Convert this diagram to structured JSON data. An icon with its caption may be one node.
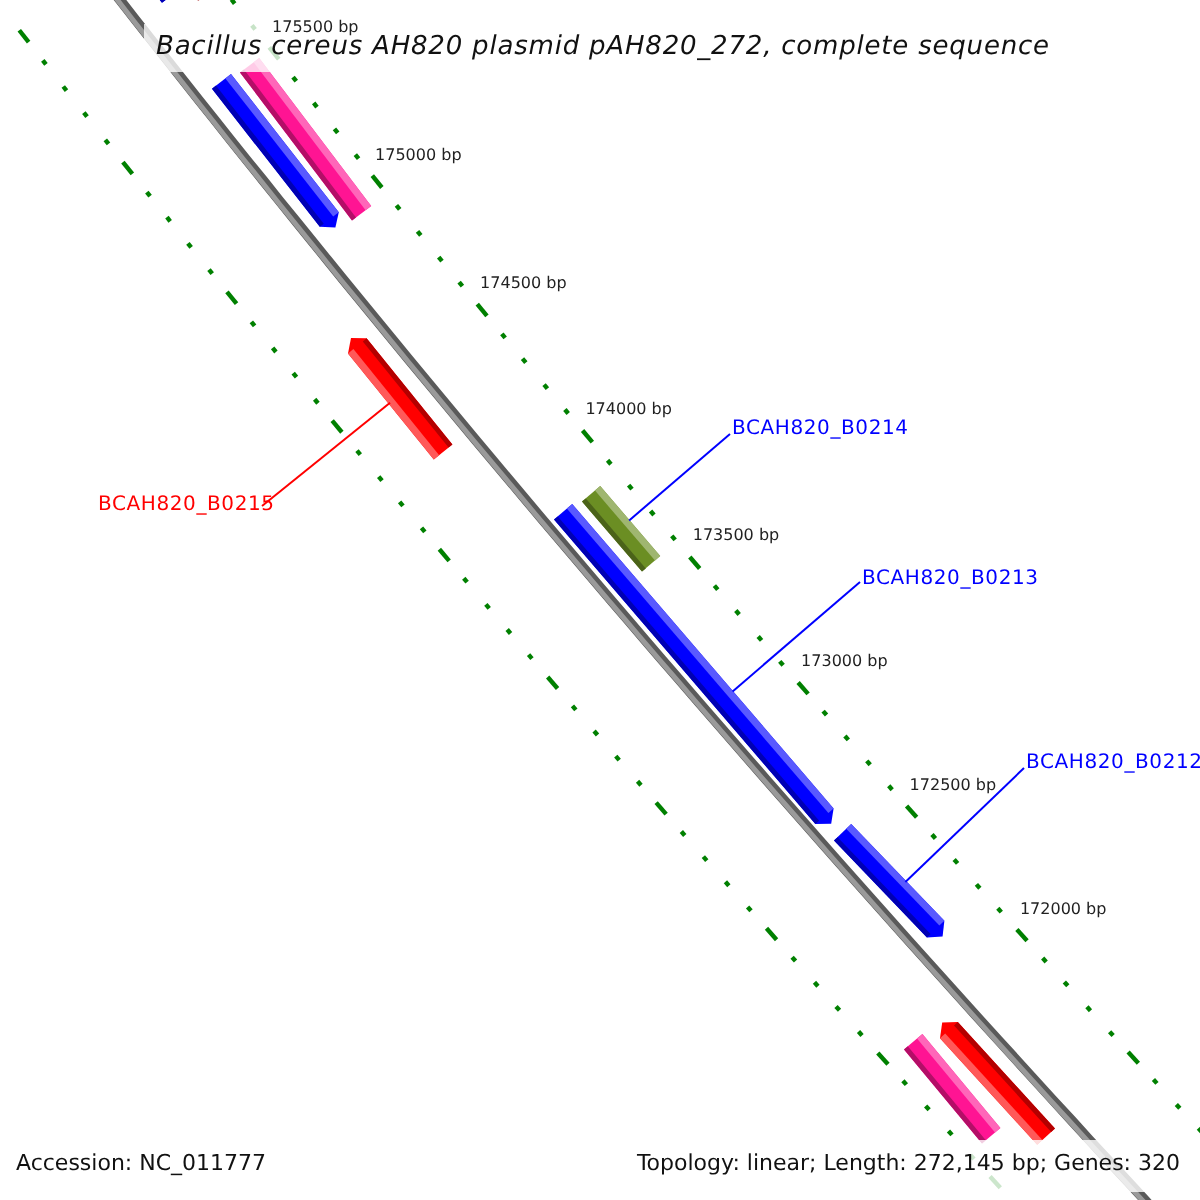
{
  "diagram": {
    "title": "Bacillus cereus AH820 plasmid pAH820_272, complete sequence",
    "nodes": [
      {
        "text": [],
        "shape": "bar"
      },
      {
        "text": [],
        "shape": "bar"
      },
      {
        "text": [],
        "shape": "bar"
      },
      {
        "text": [],
        "shape": "bar"
      },
      {
        "text": [],
        "shape": "bar"
      },
      {
        "text": [],
        "shape": "bar"
      },
      {
        "text": [],
        "shape": "bar"
      },
      {
        "text": [],
        "shape": "bar"
      },
      {
        "text": [],
        "shape": "bar"
      },
      {
        "text": [],
        "shape": "bar"
      },
      {
        "text": [
          "BCAH820_B0214"
        ]
      },
      {
        "text": [
          "BCAH820_B0215"
        ]
      },
      {
        "text": [
          "BCAH820_B0213"
        ]
      },
      {
        "text": [
          "BCAH820_B0212"
        ]
      }
    ],
    "edges": [
      {
        "from": 10,
        "to": 5,
        "arrow": "none"
      },
      {
        "from": 11,
        "to": 4,
        "arrow": "none",
        "color": "#ff0000"
      },
      {
        "from": 12,
        "to": 6,
        "arrow": "none"
      },
      {
        "from": 13,
        "to": 7,
        "arrow": "none"
      }
    ],
    "labels": [
      "175500 bp",
      "175000 bp",
      "174500 bp",
      "174000 bp",
      "173500 bp",
      "173000 bp",
      "172500 bp",
      "172000 bp",
      "Accession: NC_011777",
      "Topology: linear; Length: 272,145 bp; Genes: 320"
    ]
  }
}
